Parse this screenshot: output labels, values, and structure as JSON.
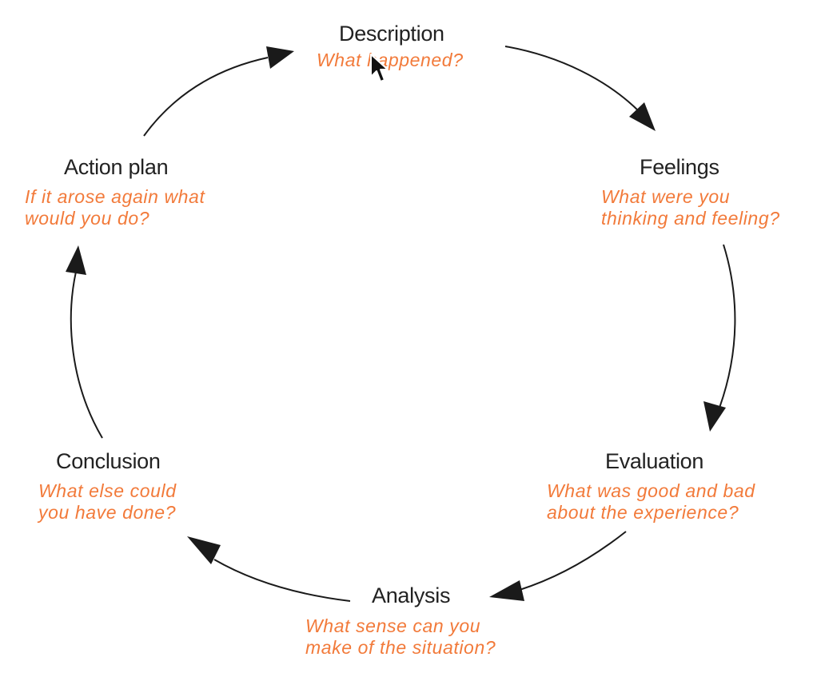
{
  "cycle": {
    "stages": [
      {
        "key": "description",
        "title": "Description",
        "question": "What happened?"
      },
      {
        "key": "feelings",
        "title": "Feelings",
        "question": "What were you\nthinking and feeling?"
      },
      {
        "key": "evaluation",
        "title": "Evaluation",
        "question": "What was good and bad\nabout the experience?"
      },
      {
        "key": "analysis",
        "title": "Analysis",
        "question": "What sense can you\nmake of the situation?"
      },
      {
        "key": "conclusion",
        "title": "Conclusion",
        "question": "What else could\nyou have done?"
      },
      {
        "key": "action-plan",
        "title": "Action plan",
        "question": "If it arose again what\nwould you do?"
      }
    ]
  },
  "colors": {
    "title": "#222222",
    "question": "#f27a3a",
    "arrow": "#1a1a1a",
    "background": "#ffffff"
  },
  "icons": {
    "cursor": "mouse-pointer-icon"
  }
}
